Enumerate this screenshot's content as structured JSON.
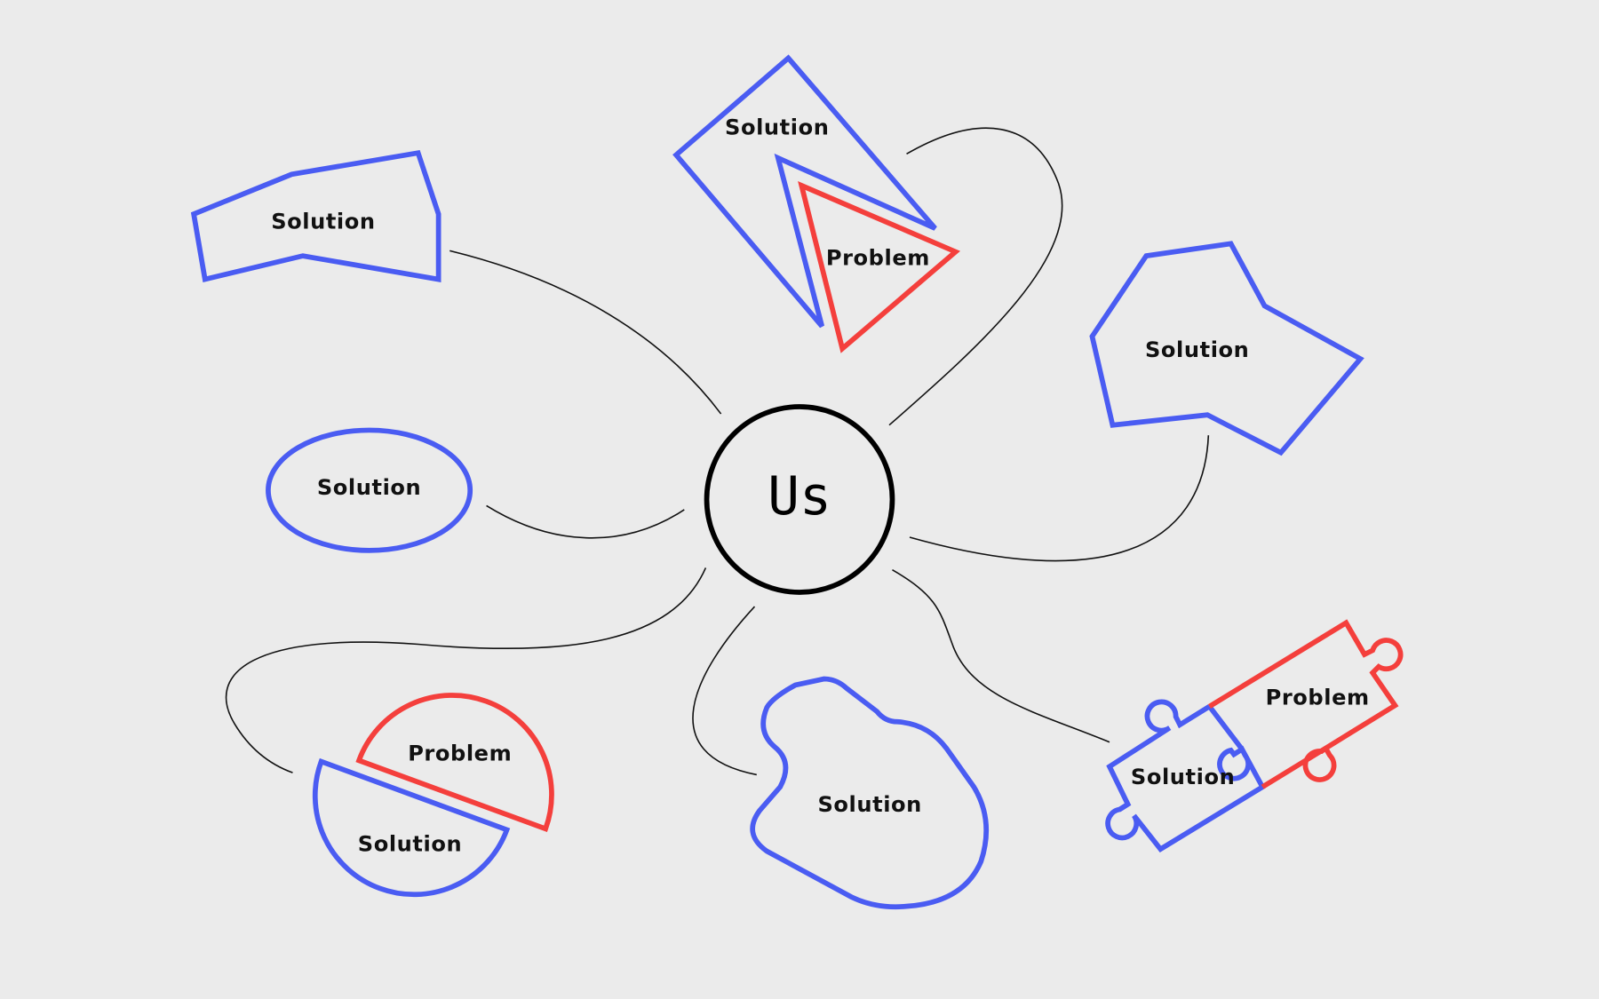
{
  "center": {
    "label": "Us"
  },
  "nodes": {
    "top_left": {
      "label": "Solution"
    },
    "top_diamond": {
      "solution": "Solution",
      "problem": "Problem"
    },
    "right_hexagon": {
      "label": "Solution"
    },
    "left_ellipse": {
      "label": "Solution"
    },
    "bottom_left_circle": {
      "problem": "Problem",
      "solution": "Solution"
    },
    "bottom_blob": {
      "label": "Solution"
    },
    "puzzle": {
      "solution": "Solution",
      "problem": "Problem"
    }
  },
  "colors": {
    "solution": "#4a5cf2",
    "problem": "#f43f3c",
    "background": "#ebebeb",
    "connector": "#111111"
  }
}
